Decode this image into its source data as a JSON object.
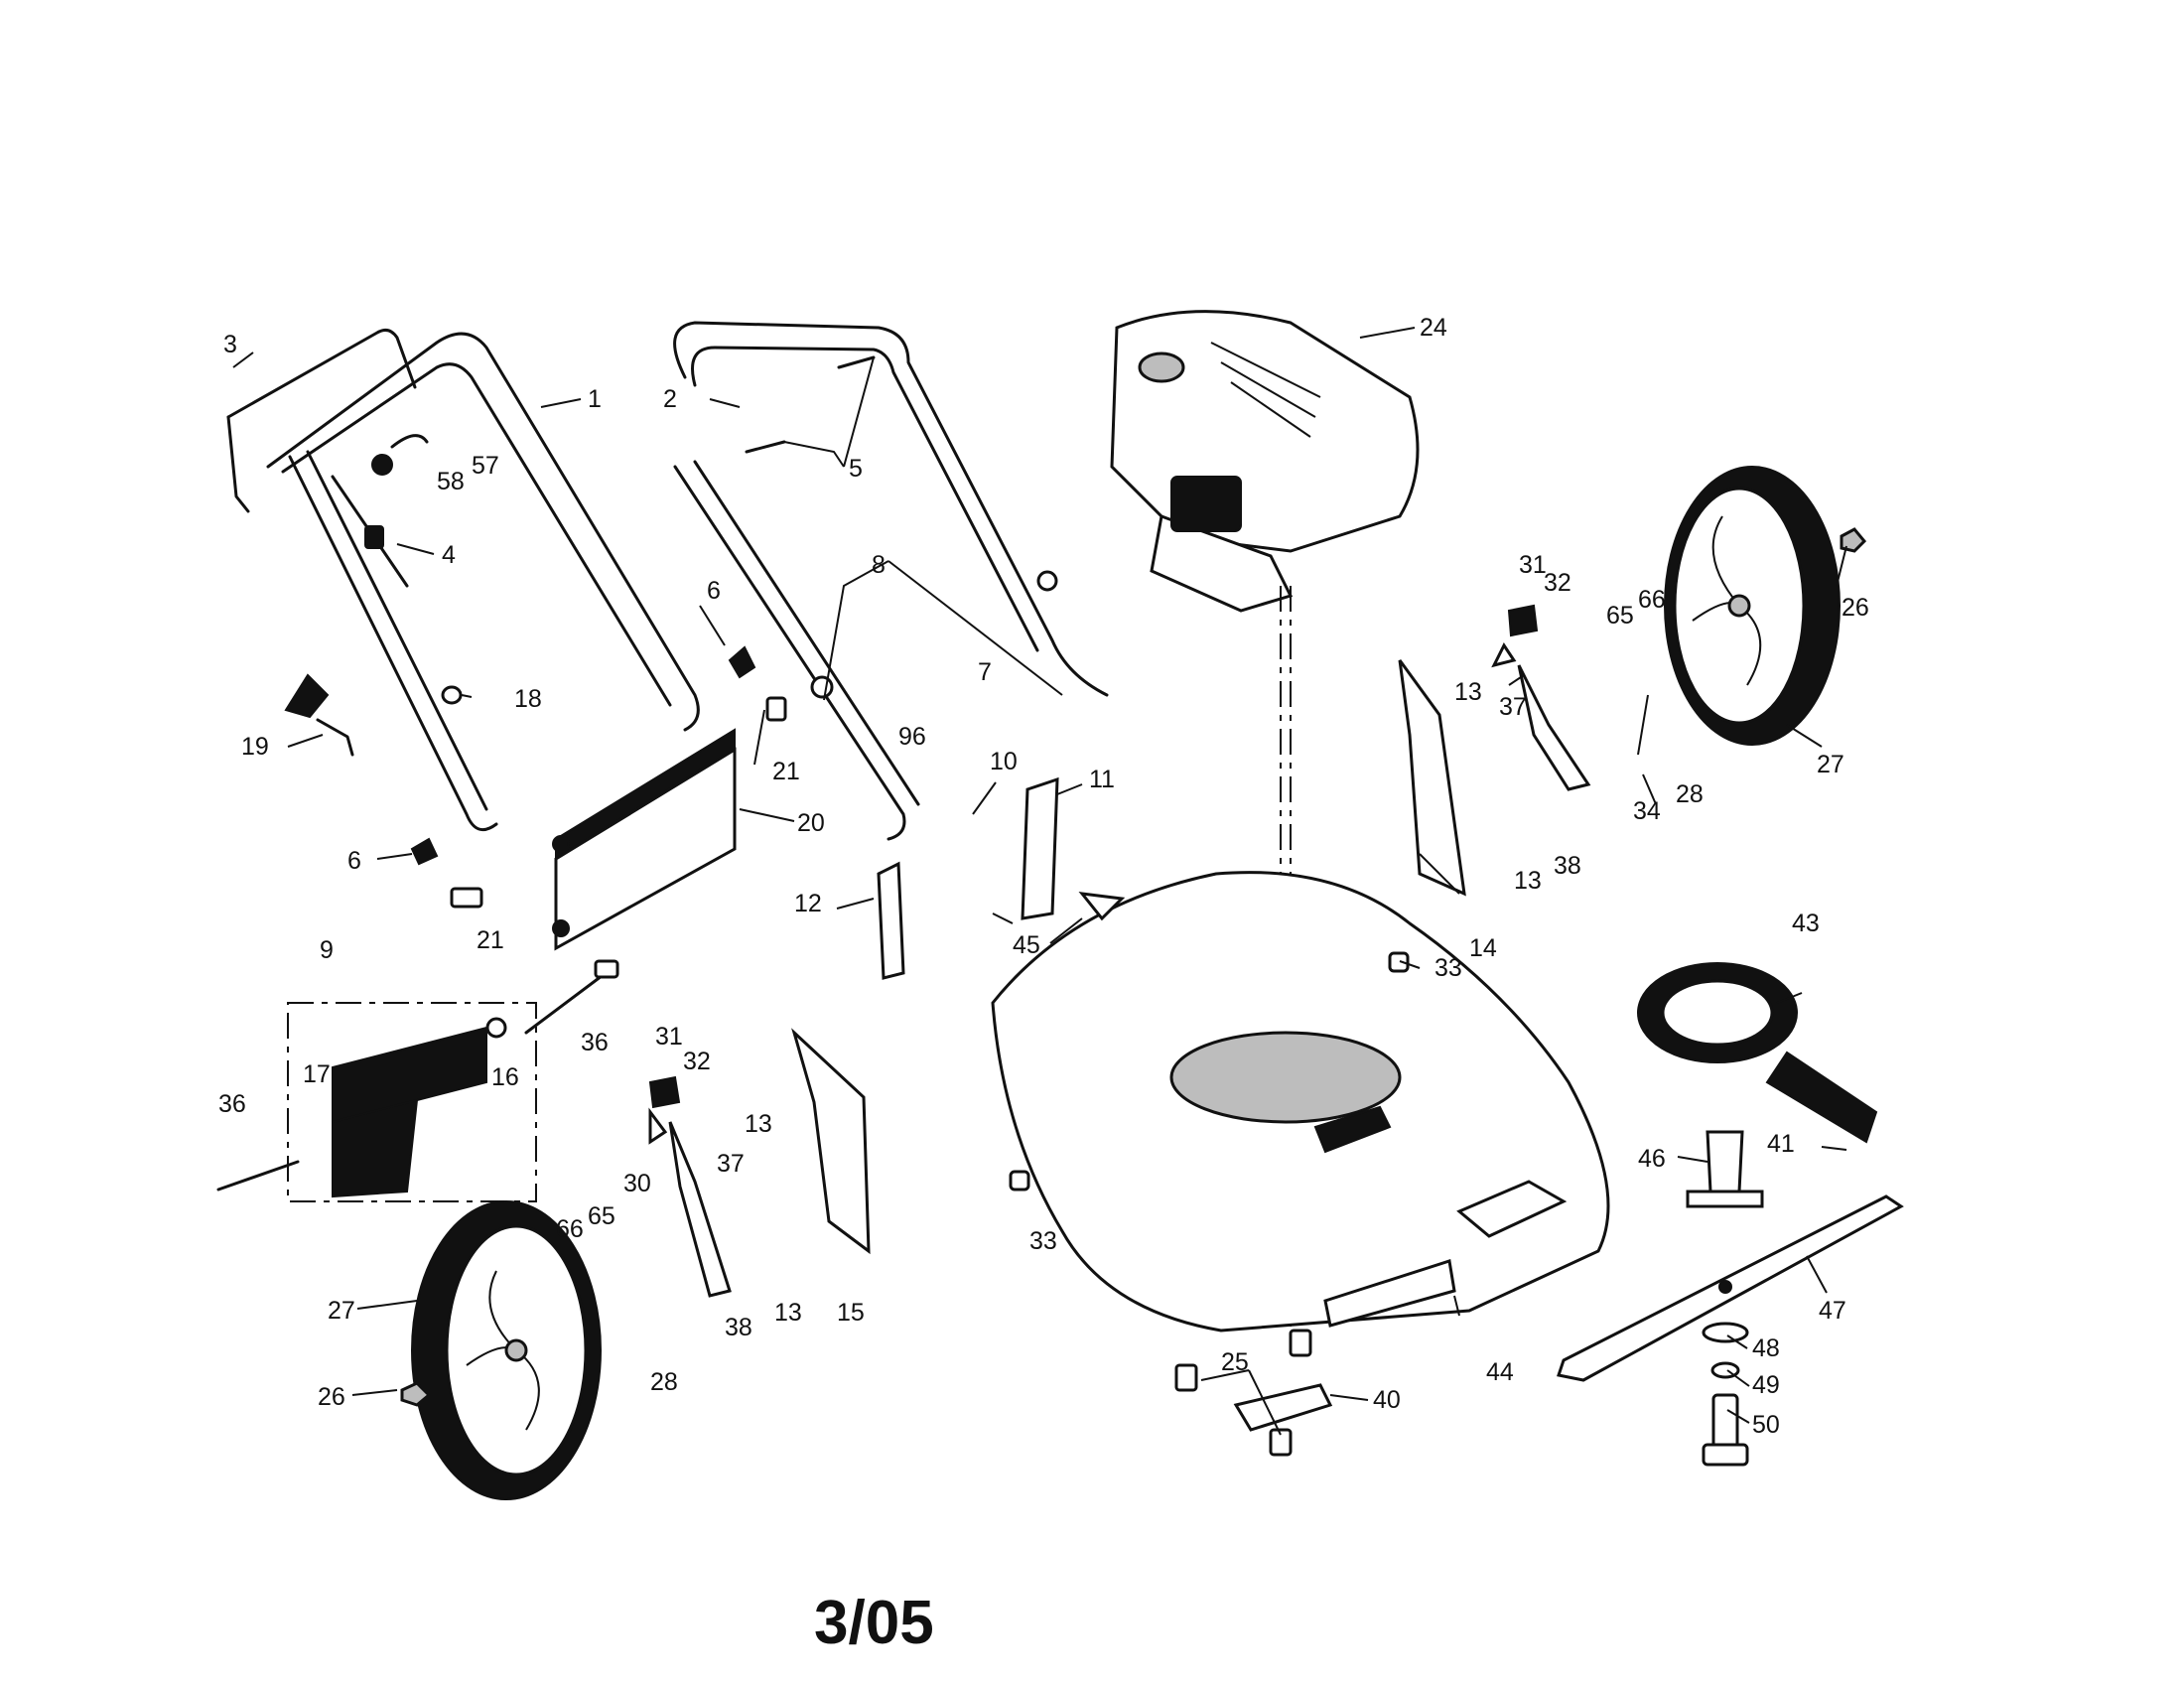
{
  "diagram": {
    "footer_code": "3/05",
    "callouts": {
      "c1": "1",
      "c2": "2",
      "c3": "3",
      "c4": "4",
      "c5": "5",
      "c6a": "6",
      "c6b": "6",
      "c7": "7",
      "c8": "8",
      "c9": "9",
      "c10": "10",
      "c11": "11",
      "c12": "12",
      "c13a": "13",
      "c13b": "13",
      "c13c": "13",
      "c13d": "13",
      "c14": "14",
      "c15": "15",
      "c16": "16",
      "c17": "17",
      "c18": "18",
      "c19": "19",
      "c20": "20",
      "c21a": "21",
      "c21b": "21",
      "c24": "24",
      "c25": "25",
      "c26a": "26",
      "c26b": "26",
      "c27a": "27",
      "c27b": "27",
      "c28a": "28",
      "c28b": "28",
      "c30": "30",
      "c31a": "31",
      "c31b": "31",
      "c32a": "32",
      "c32b": "32",
      "c33a": "33",
      "c33b": "33",
      "c34": "34",
      "c36a": "36",
      "c36b": "36",
      "c37a": "37",
      "c37b": "37",
      "c38a": "38",
      "c38b": "38",
      "c40": "40",
      "c41": "41",
      "c43": "43",
      "c44": "44",
      "c45": "45",
      "c46": "46",
      "c47": "47",
      "c48": "48",
      "c49": "49",
      "c50": "50",
      "c57": "57",
      "c58": "58",
      "c65a": "65",
      "c65b": "65",
      "c66a": "66",
      "c66b": "66",
      "c96": "96"
    }
  }
}
